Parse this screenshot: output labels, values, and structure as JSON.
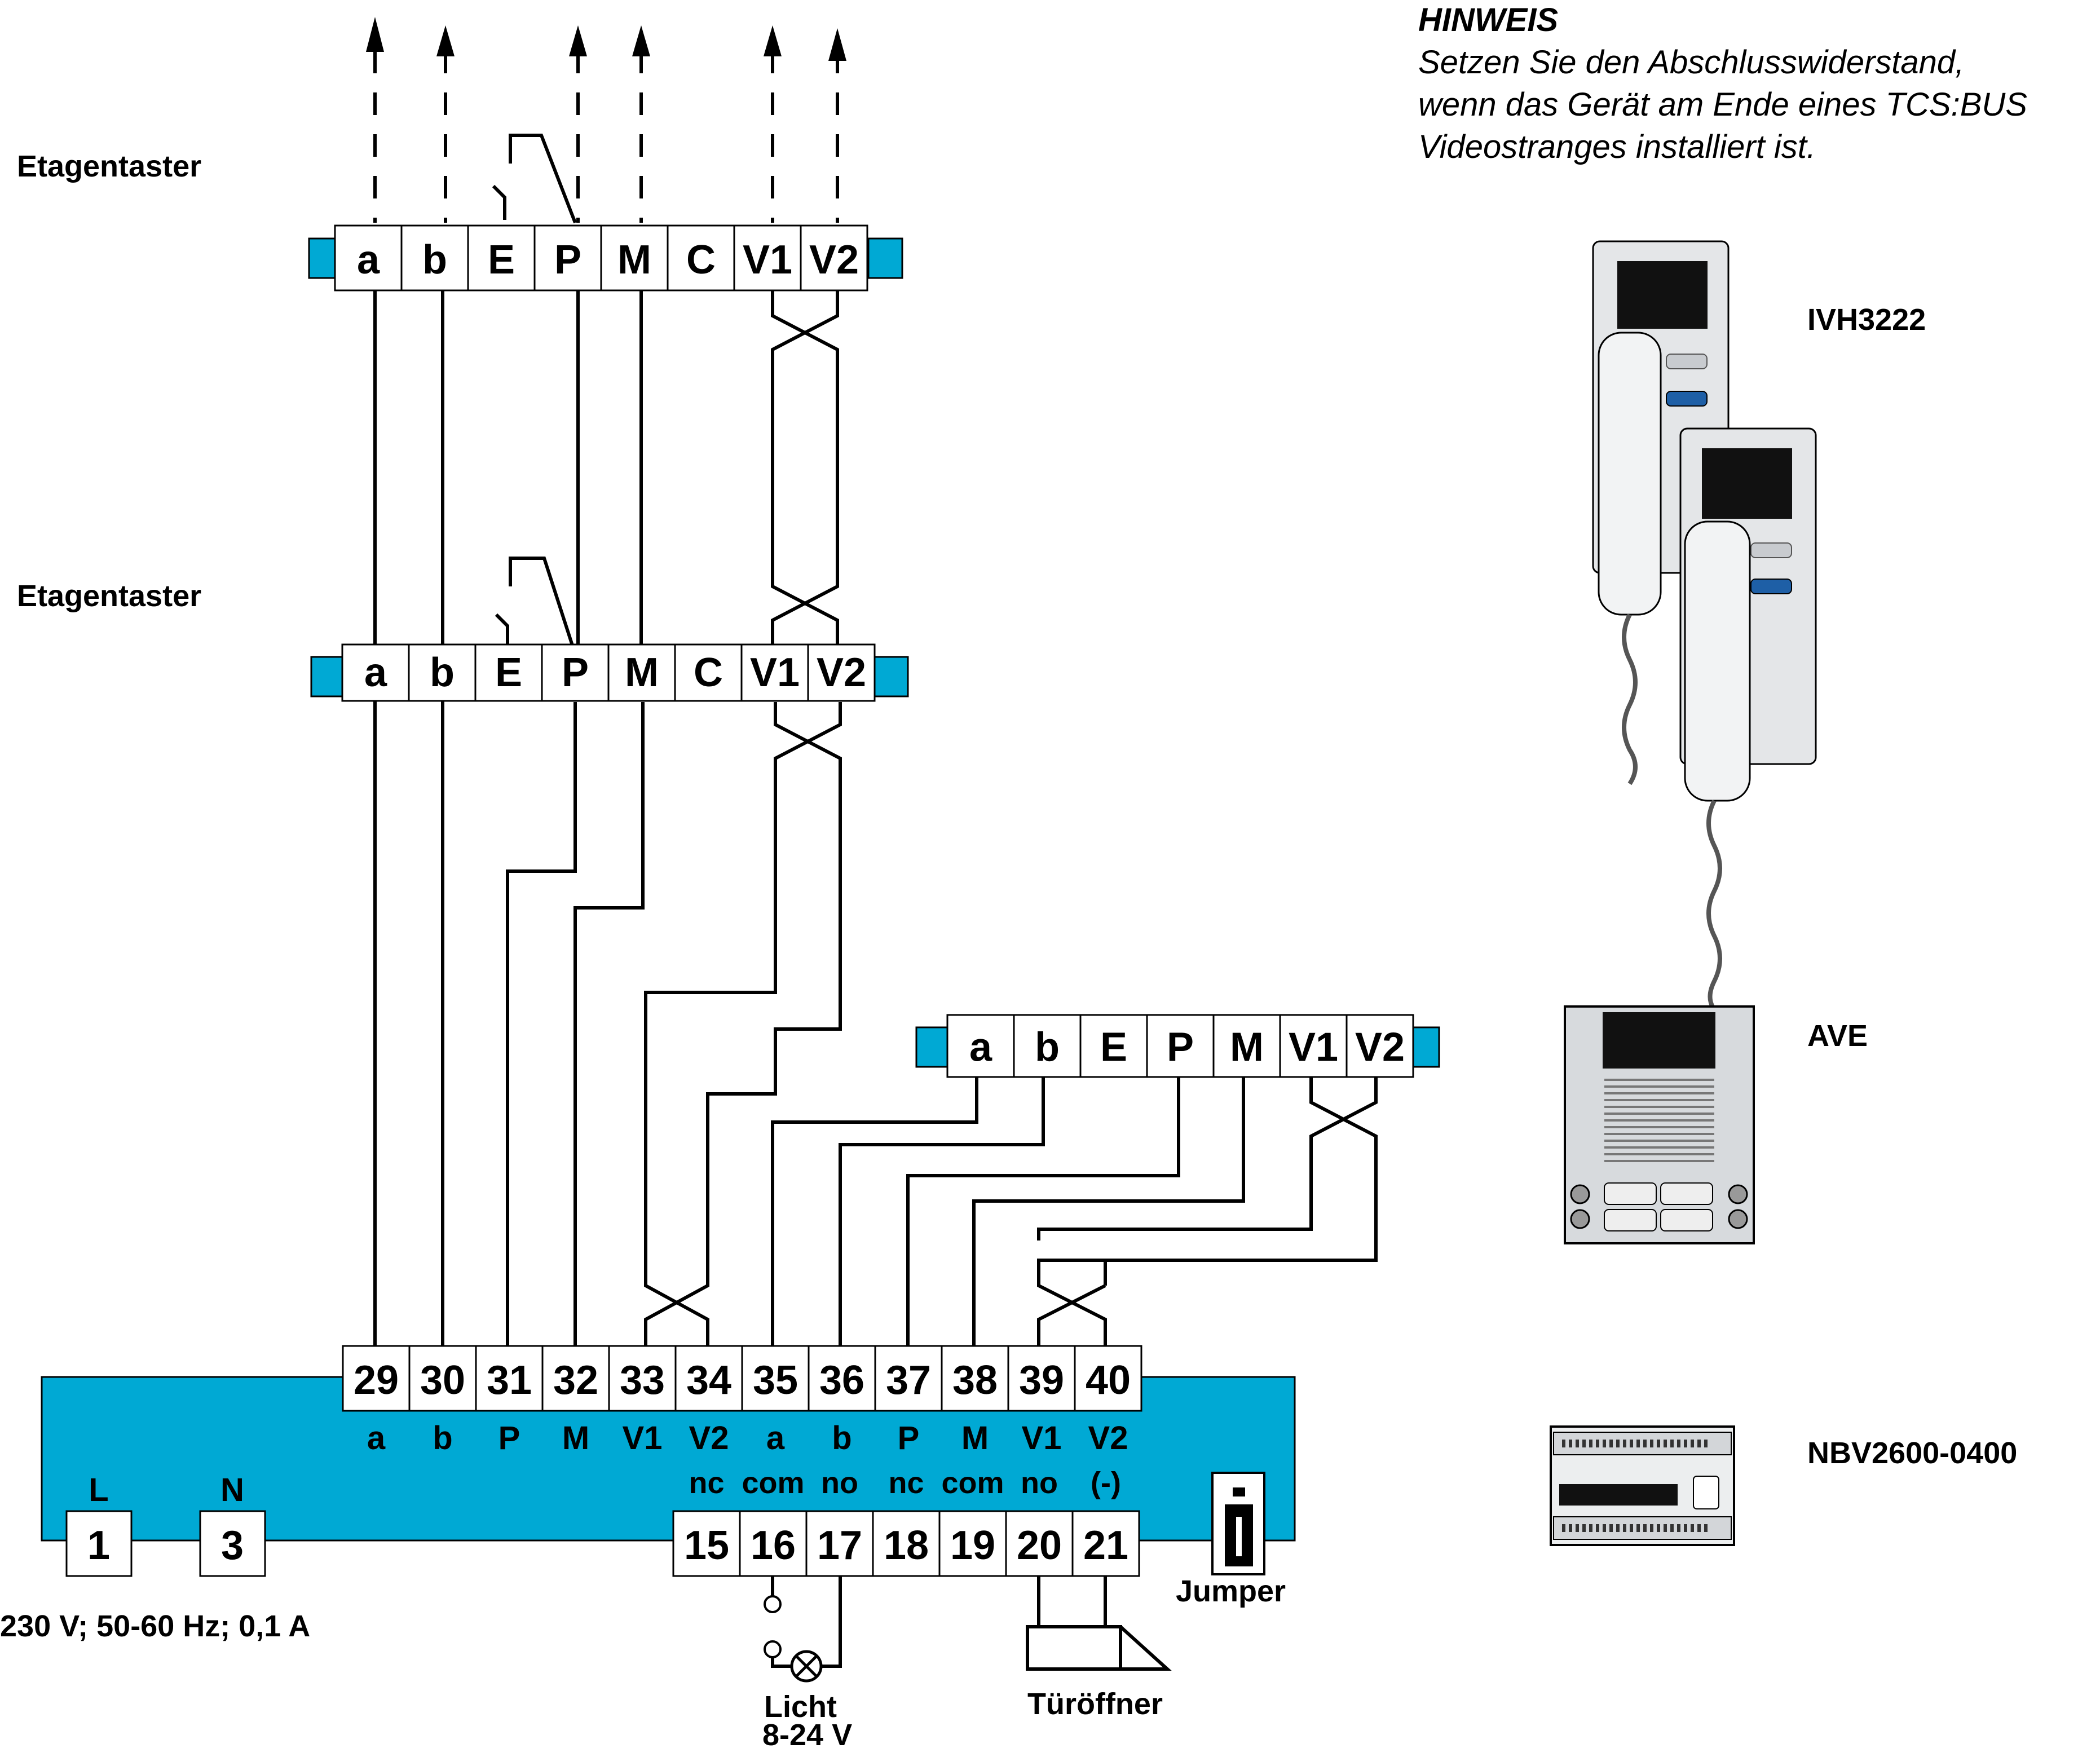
{
  "labels": {
    "floor_button_1": "Etagentaster",
    "floor_button_2": "Etagentaster",
    "power_spec": "230 V; 50-60 Hz; 0,1 A",
    "jumper": "Jumper",
    "light_line1": "Licht",
    "light_line2": "8-24 V",
    "door_opener": "Türöffner"
  },
  "note": {
    "title": "HINWEIS",
    "lines": [
      "Setzen Sie den Abschlusswiderstand,",
      "wenn das Gerät am Ende eines TCS:BUS",
      "Videostranges installiert ist."
    ]
  },
  "devices": {
    "monitor": "IVH3222",
    "outdoor_station": "AVE",
    "power_supply": "NBV2600-0400"
  },
  "terminal_blocks": {
    "top": [
      "a",
      "b",
      "E",
      "P",
      "M",
      "C",
      "V1",
      "V2"
    ],
    "middle": [
      "a",
      "b",
      "E",
      "P",
      "M",
      "C",
      "V1",
      "V2"
    ],
    "outdoor": [
      "a",
      "b",
      "E",
      "P",
      "M",
      "V1",
      "V2"
    ]
  },
  "controller": {
    "bus_terminals": [
      "29",
      "30",
      "31",
      "32",
      "33",
      "34",
      "35",
      "36",
      "37",
      "38",
      "39",
      "40"
    ],
    "bus_signals": [
      "a",
      "b",
      "P",
      "M",
      "V1",
      "V2",
      "a",
      "b",
      "P",
      "M",
      "V1",
      "V2"
    ],
    "power_terminals": [
      "1",
      "3"
    ],
    "power_labels": [
      "L",
      "N"
    ],
    "relay_terminals": [
      "15",
      "16",
      "17",
      "18",
      "19",
      "20",
      "21"
    ],
    "relay_labels": [
      "nc",
      "com",
      "no",
      "nc",
      "com",
      "no",
      "(-)"
    ]
  },
  "colors": {
    "accent": "#00a9d4",
    "line": "#000000"
  }
}
